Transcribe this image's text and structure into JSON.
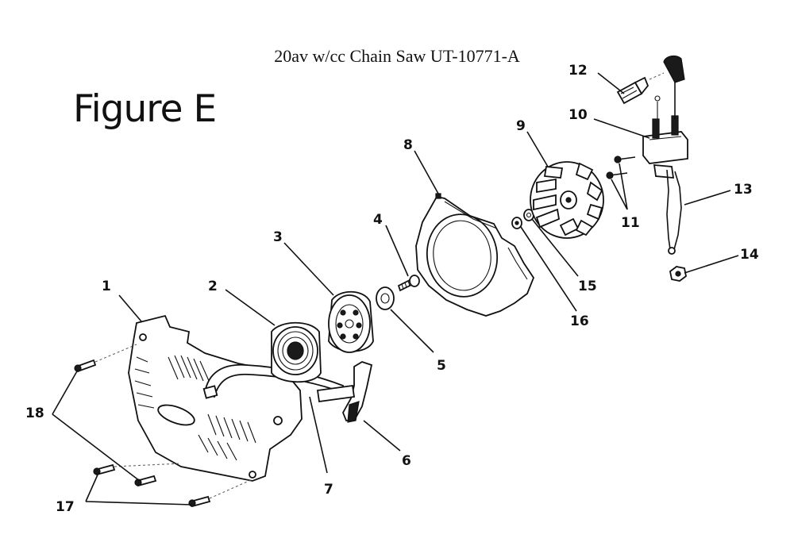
{
  "document_title": "20av w/cc Chain Saw UT-10771-A",
  "figure_title": "Figure E",
  "callouts": [
    "1",
    "2",
    "3",
    "4",
    "5",
    "6",
    "7",
    "8",
    "9",
    "10",
    "11",
    "12",
    "13",
    "14",
    "15",
    "16",
    "17",
    "18"
  ]
}
